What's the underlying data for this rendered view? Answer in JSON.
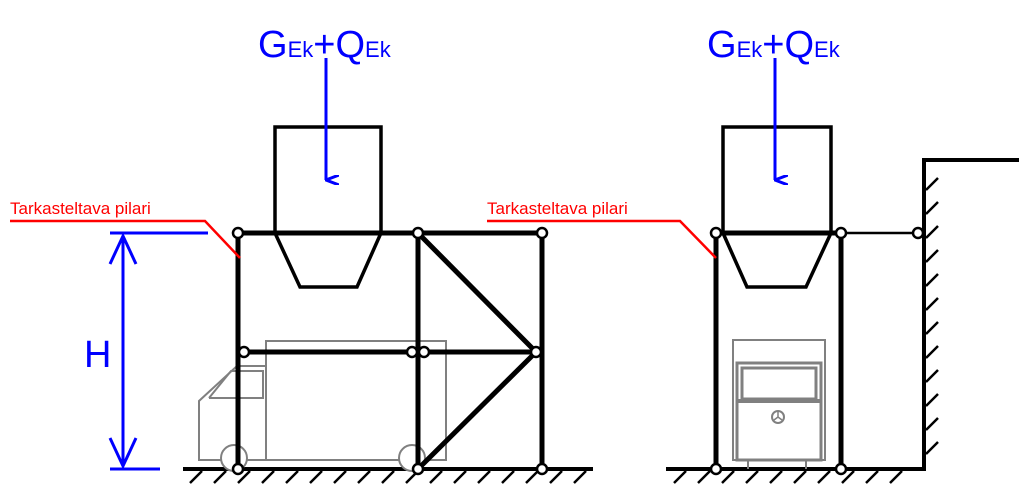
{
  "left_diagram": {
    "load_label": {
      "g": "G",
      "g_sub": "Ek",
      "plus": "+",
      "q": "Q",
      "q_sub": "Ek"
    },
    "column_label": "Tarkasteltava pilari",
    "height_label": "H"
  },
  "right_diagram": {
    "load_label": {
      "g": "G",
      "g_sub": "Ek",
      "plus": "+",
      "q": "Q",
      "q_sub": "Ek"
    },
    "column_label": "Tarkasteltava pilari"
  },
  "colors": {
    "load": "#0000ff",
    "label": "#ff0000",
    "structure": "#000000",
    "object": "#808080"
  }
}
